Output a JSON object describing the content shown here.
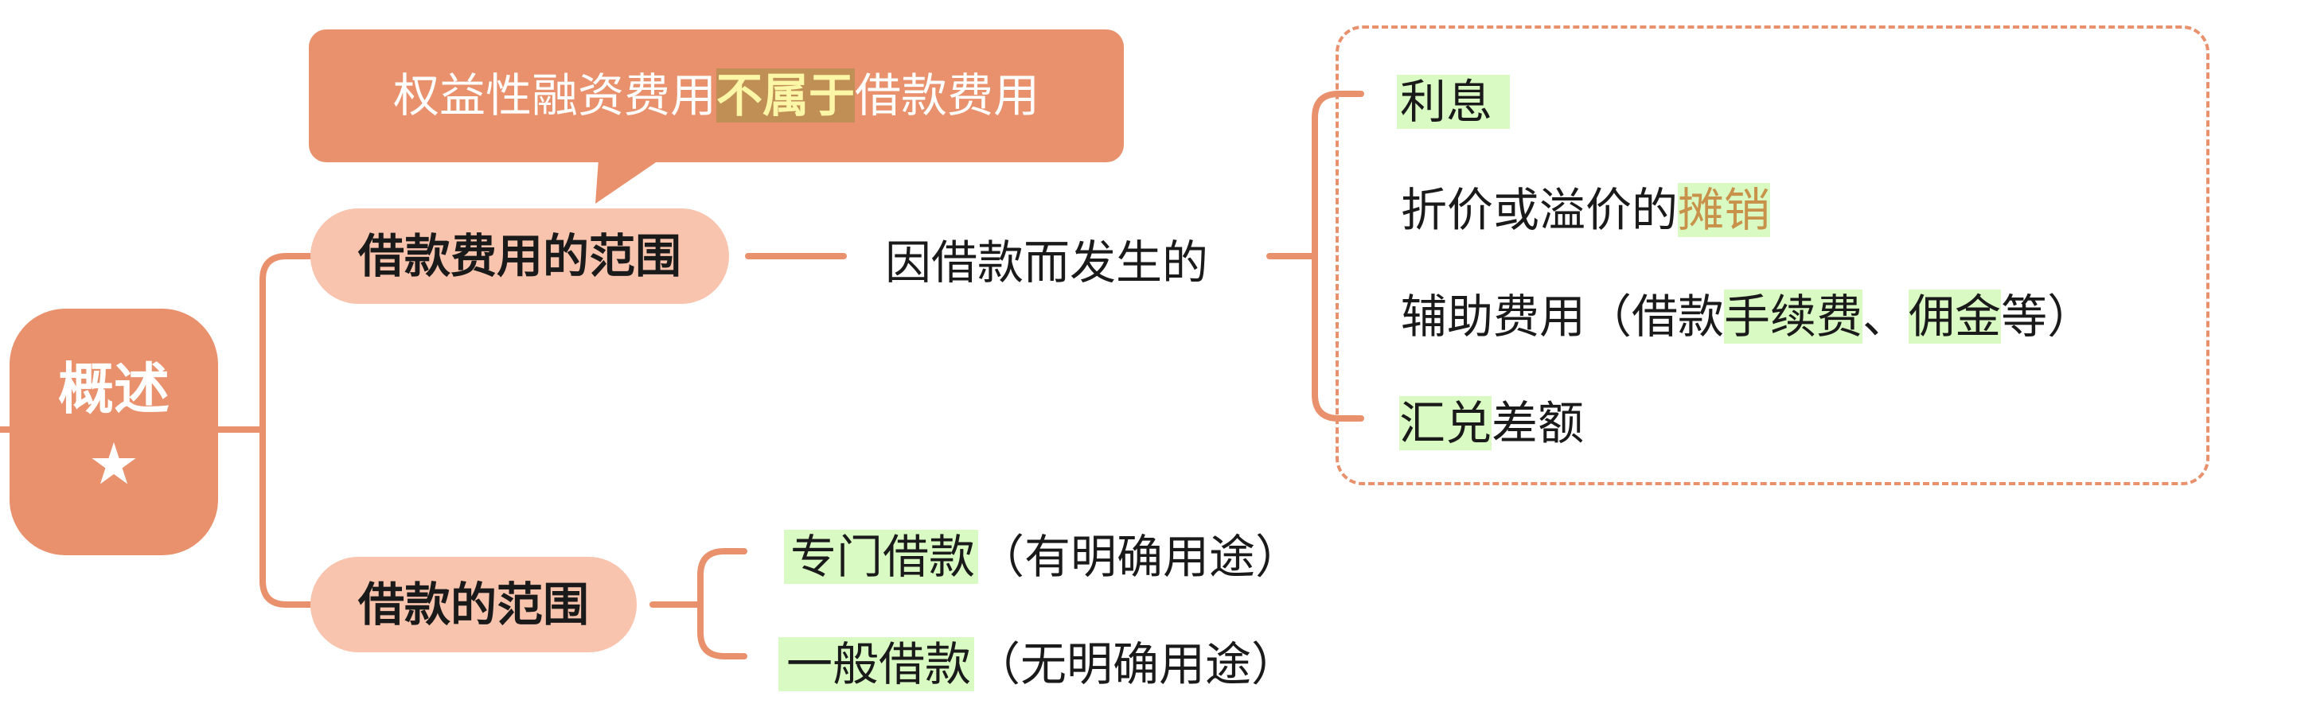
{
  "root": {
    "title": "概述",
    "star": "★"
  },
  "callout": {
    "pre": "权益性融资费用",
    "highlight": "不属于",
    "post": "借款费用"
  },
  "branches": {
    "cost_scope": {
      "label": "借款费用的范围",
      "child": "因借款而发生的"
    },
    "loan_scope": {
      "label": "借款的范围"
    }
  },
  "cost_items": {
    "interest": "利息",
    "discount_pre": "折价或溢价的",
    "discount_hl": "摊销",
    "aux_pre": "辅助费用（借款",
    "aux_hl1": "手续费",
    "aux_mid": "、",
    "aux_hl2": "佣金",
    "aux_post": "等）",
    "fx_hl": "汇兑",
    "fx_post": "差额"
  },
  "loan_items": {
    "special_hl": "专门借款",
    "special_note": "（有明确用途）",
    "general_hl": "一般借款",
    "general_note": "（无明确用途）"
  },
  "colors": {
    "accent": "#e8916c",
    "pill": "#f8c4ae",
    "highlight_green": "#d9fbc3",
    "highlight_callout": "#c08f56",
    "highlight_text": "#fbf7a6",
    "orange_text": "#c8924a"
  }
}
